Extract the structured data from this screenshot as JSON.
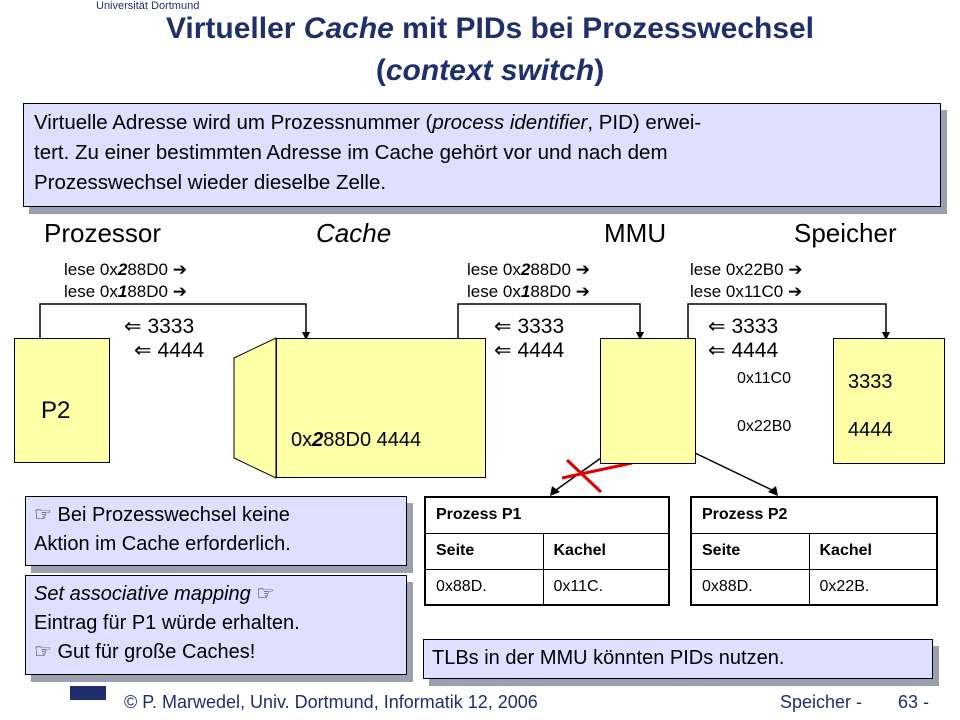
{
  "header": {
    "university": "Universität Dortmund"
  },
  "slide": {
    "title_line1_a": "Virtueller ",
    "title_line1_b": "Cache",
    "title_line1_c": " mit PIDs bei Prozesswechsel",
    "title_line2_a": "(",
    "title_line2_b": "context switch",
    "title_line2_c": ")"
  },
  "intro": {
    "t1": "Virtuelle Adresse wird um Prozessnummer (",
    "t2": "process identifier",
    "t3": ", PID) erwei-",
    "t4": "tert. Zu einer bestimmten Adresse im Cache gehört vor und nach dem",
    "t5": "Prozesswechsel wieder dieselbe Zelle."
  },
  "columns": {
    "processor": "Prozessor",
    "cache": "Cache",
    "mmu": "MMU",
    "memory": "Speicher"
  },
  "commands": {
    "c1a": "lese 0x",
    "c1b": "2",
    "c1c": "88D0 ➔",
    "c2a": "lese 0x",
    "c2b": "1",
    "c2c": "88D0 ➔",
    "c3a": "lese 0x",
    "c3b": "2",
    "c3c": "88D0 ➔",
    "c4a": "lese 0x",
    "c4b": "1",
    "c4c": "88D0 ➔",
    "c5": "lese 0x22B0 ➔",
    "c6": "lese 0x11C0 ➔"
  },
  "returns": {
    "r3333": "3333",
    "r4444": "4444",
    "arrow": "⇐"
  },
  "processor_box": {
    "label": "P2"
  },
  "cache_box": {
    "a": "0x",
    "b": "2",
    "c": "88D0 4444"
  },
  "memory": {
    "addr1": "0x11C0",
    "addr2": "0x22B0",
    "val1": "3333",
    "val2": "4444"
  },
  "table_p1": {
    "title": "Prozess P1",
    "col1": "Seite",
    "col2": "Kachel",
    "page": "0x88D.",
    "frame": "0x11C."
  },
  "table_p2": {
    "title": "Prozess P2",
    "col1": "Seite",
    "col2": "Kachel",
    "page": "0x88D.",
    "frame": "0x22B."
  },
  "notes": {
    "n1_icon": "☞",
    "n1a": " Bei Prozesswechsel keine",
    "n1b": "Aktion im Cache erforderlich.",
    "n2a": "Set associative mapping",
    "n2_icon": "☞",
    "n2b": "Eintrag für P1 würde erhalten.",
    "n2c_icon": "☞",
    "n2c": " Gut für große Caches!",
    "n3": "TLBs in der MMU könnten PIDs nutzen."
  },
  "footer": {
    "copyright": "©  P. Marwedel, Univ. Dortmund, Informatik 12, 2006",
    "page_label": "Speicher -",
    "page_number": "63 -"
  }
}
